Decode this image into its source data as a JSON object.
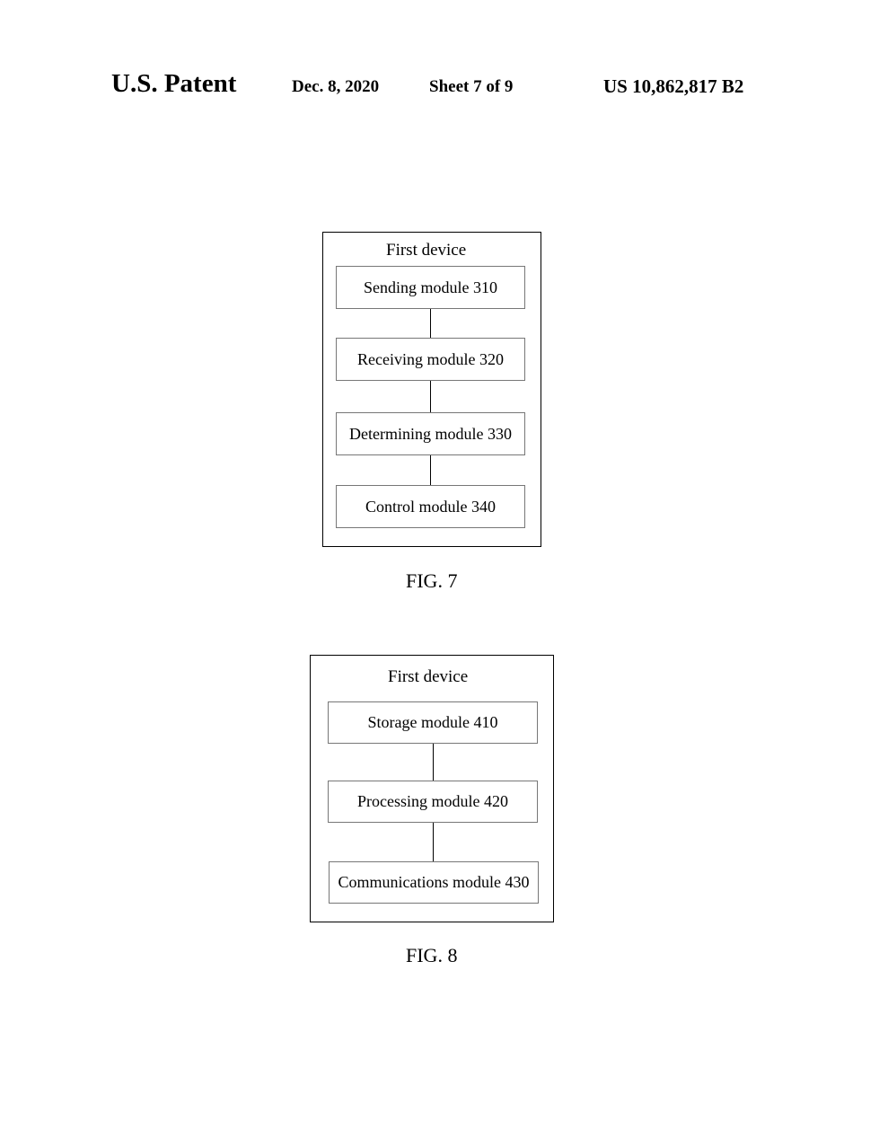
{
  "header": {
    "title": "U.S. Patent",
    "date": "Dec. 8, 2020",
    "sheet": "Sheet 7 of 9",
    "patent_number": "US 10,862,817 B2"
  },
  "fig7": {
    "device_title": "First device",
    "modules": [
      "Sending module 310",
      "Receiving module 320",
      "Determining module 330",
      "Control module 340"
    ],
    "caption": "FIG. 7"
  },
  "fig8": {
    "device_title": "First device",
    "modules": [
      "Storage module 410",
      "Processing module 420",
      "Communications module 430"
    ],
    "caption": "FIG. 8"
  }
}
